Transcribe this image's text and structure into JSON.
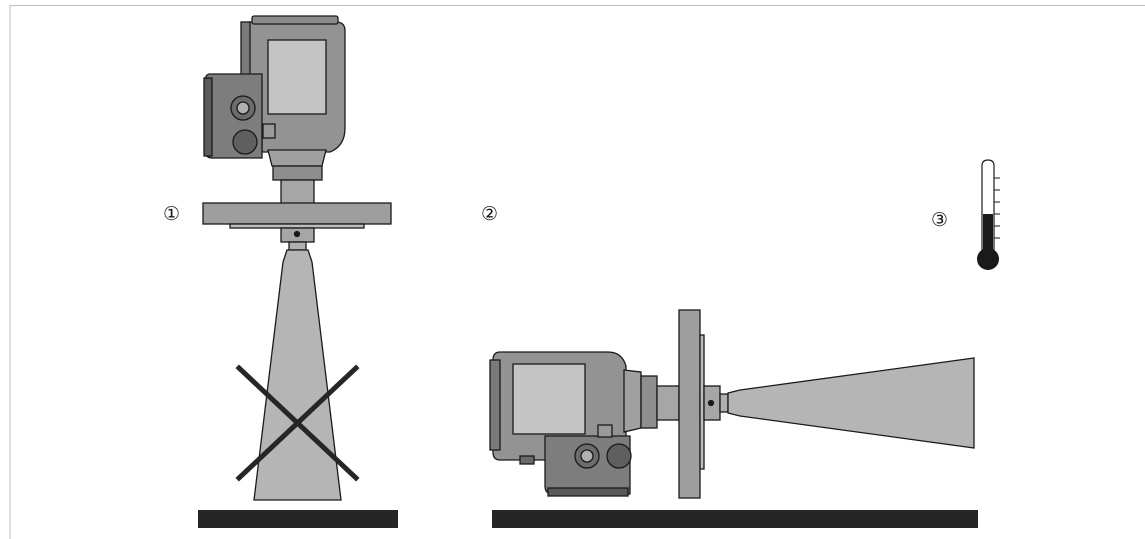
{
  "callouts": {
    "one": "①",
    "two": "②",
    "three": "③"
  },
  "colors": {
    "housing": "#939393",
    "housing_dark": "#5a5a5a",
    "housing_light": "#b8b8b8",
    "window": "#c4c4c4",
    "antenna": "#b5b5b5",
    "flange": "#9e9e9e",
    "bar": "#262626",
    "outline": "#1a1a1a"
  },
  "icons": {
    "cross": "not-allowed-cross-icon",
    "thermometer": "thermometer-icon"
  }
}
